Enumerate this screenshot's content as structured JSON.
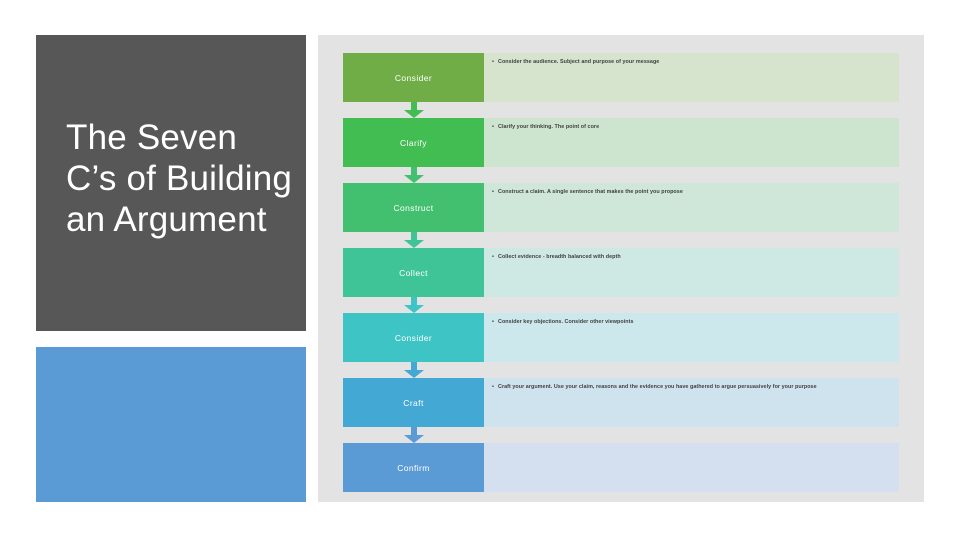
{
  "slide": {
    "title": "The Seven C’s of Building an Argument",
    "background_color": "#ffffff",
    "title_panel_color": "#575757",
    "accent_block_color": "#5b9bd5",
    "diagram_background_color": "#e3e3e3"
  },
  "diagram": {
    "type": "vertical-process-chevron-list",
    "steps": [
      {
        "stage": "Consider",
        "detail": "Consider the audience. Subject and purpose of your message",
        "stage_color": "#70ad47",
        "detail_color": "#d6e3cd",
        "arrow_color": "#70ad47"
      },
      {
        "stage": "Clarify",
        "detail": "Clarify your thinking. The point of core",
        "stage_color": "#41bd52",
        "detail_color": "#cde5cf",
        "arrow_color": "#41bd52"
      },
      {
        "stage": "Construct",
        "detail": "Construct a claim. A single sentence that makes the point you propose",
        "stage_color": "#43c06f",
        "detail_color": "#cee7d9",
        "arrow_color": "#43c06f"
      },
      {
        "stage": "Collect",
        "detail": "Collect evidence - breadth balanced with depth",
        "stage_color": "#3fc497",
        "detail_color": "#cee9e3",
        "arrow_color": "#3fc497"
      },
      {
        "stage": "Consider",
        "detail": "Consider key objections. Consider other viewpoints",
        "stage_color": "#3ec4c4",
        "detail_color": "#cde8ec",
        "arrow_color": "#3ec4c4"
      },
      {
        "stage": "Craft",
        "detail": "Craft your argument. Use your claim, reasons and the evidence you have gathered to argue persuasively for your purpose",
        "stage_color": "#44a8d5",
        "detail_color": "#cfe3ef",
        "arrow_color": "#44a8d5"
      },
      {
        "stage": "Confirm",
        "detail": "",
        "stage_color": "#5b9bd5",
        "detail_color": "#d4dff0",
        "arrow_color": "#5b9bd5"
      }
    ]
  }
}
